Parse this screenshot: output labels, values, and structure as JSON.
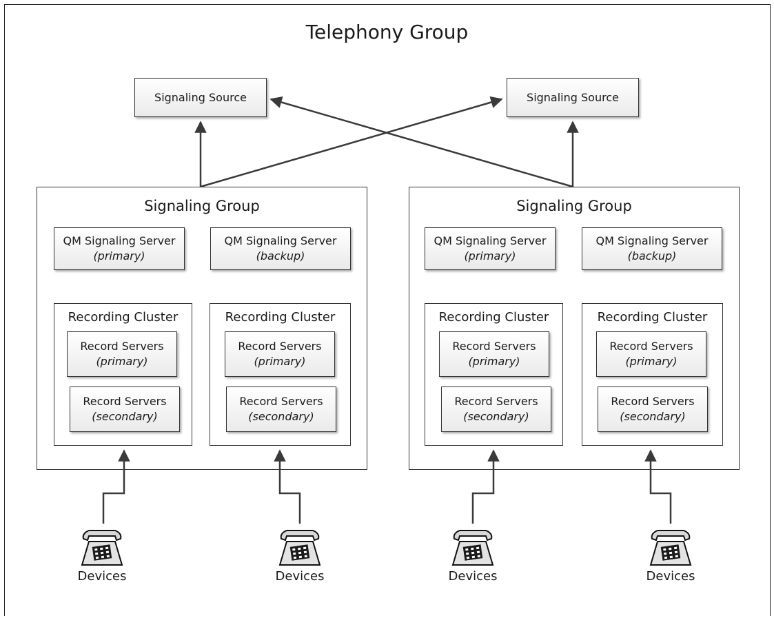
{
  "title": "Telephony Group",
  "signaling_sources": [
    {
      "label": "Signaling Source"
    },
    {
      "label": "Signaling Source"
    }
  ],
  "signaling_groups": [
    {
      "label": "Signaling Group",
      "servers": [
        {
          "name": "QM Signaling Server",
          "role": "(primary)"
        },
        {
          "name": "QM Signaling Server",
          "role": "(backup)"
        }
      ],
      "clusters": [
        {
          "label": "Recording Cluster",
          "servers": [
            {
              "name": "Record Servers",
              "role": "(primary)"
            },
            {
              "name": "Record Servers",
              "role": "(secondary)"
            }
          ]
        },
        {
          "label": "Recording Cluster",
          "servers": [
            {
              "name": "Record Servers",
              "role": "(primary)"
            },
            {
              "name": "Record Servers",
              "role": "(secondary)"
            }
          ]
        }
      ]
    },
    {
      "label": "Signaling Group",
      "servers": [
        {
          "name": "QM Signaling Server",
          "role": "(primary)"
        },
        {
          "name": "QM Signaling Server",
          "role": "(backup)"
        }
      ],
      "clusters": [
        {
          "label": "Recording Cluster",
          "servers": [
            {
              "name": "Record Servers",
              "role": "(primary)"
            },
            {
              "name": "Record Servers",
              "role": "(secondary)"
            }
          ]
        },
        {
          "label": "Recording Cluster",
          "servers": [
            {
              "name": "Record Servers",
              "role": "(primary)"
            },
            {
              "name": "Record Servers",
              "role": "(secondary)"
            }
          ]
        }
      ]
    }
  ],
  "devices": [
    {
      "label": "Devices",
      "icon": "phone-icon"
    },
    {
      "label": "Devices",
      "icon": "phone-icon"
    },
    {
      "label": "Devices",
      "icon": "phone-icon"
    },
    {
      "label": "Devices",
      "icon": "phone-icon"
    }
  ]
}
